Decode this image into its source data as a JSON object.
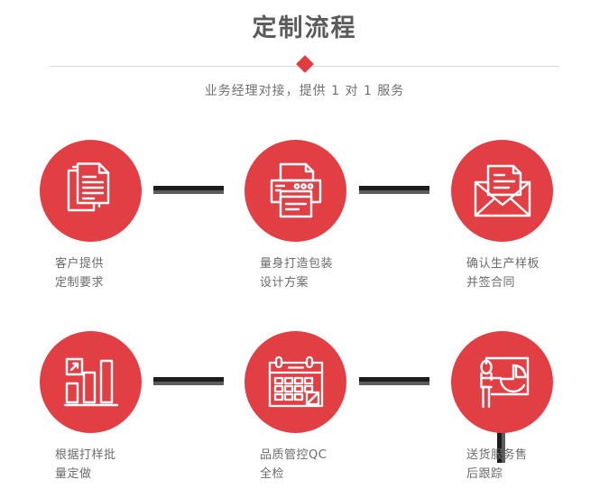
{
  "header": {
    "title": "定制流程",
    "subtitle": "业务经理对接，提供 1 对 1 服务",
    "divider_icon": "diamond-marker",
    "accent_color": "#e23f45",
    "title_color": "#5b5b5b",
    "subtitle_color": "#6e6e6e",
    "divider_color": "#d8d8d8"
  },
  "flow": {
    "connector_dark_color": "#1c1c1c",
    "connector_gray_color": "#5c5c5c",
    "steps": [
      {
        "index": "1",
        "icon": "documents-stack-icon",
        "label": "客户提供\n定制要求"
      },
      {
        "index": "2",
        "icon": "printer-icon",
        "label": "量身打造包装\n设计方案"
      },
      {
        "index": "3",
        "icon": "envelope-document-icon",
        "label": "确认生产样板\n并签合同"
      },
      {
        "index": "4",
        "icon": "bar-chart-growth-icon",
        "label": "根据打样批\n量定做"
      },
      {
        "index": "5",
        "icon": "calendar-check-icon",
        "label": "品质管控QC\n全检"
      },
      {
        "index": "6",
        "icon": "presenter-piechart-icon",
        "label": "送货服务售\n后跟踪"
      }
    ]
  }
}
